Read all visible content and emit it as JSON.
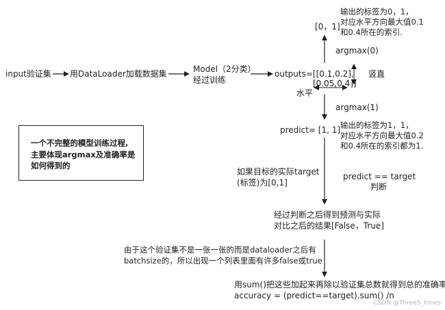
{
  "flow": {
    "input": "input验证集",
    "dataloader": "用DataLoader加载数据集",
    "model": "Model（2分类）",
    "model_sub": "经过训练",
    "outputs_l1": "outputs=[[0.1,0.2],",
    "outputs_l2": "[0.05,0.4]]",
    "vertical": "竖直",
    "horizontal": "水平",
    "argmax0_label": "argmax(0)",
    "argmax0_result": "[0，1]",
    "argmax1_label": "argmax(1)",
    "predict": "predict= [1, 1]",
    "target_l1": "如果目标的实际target",
    "target_l2": "(标签)为[0,1]",
    "compare_l1": "predict == target",
    "compare_l2": "判断",
    "result_l1": "经过判断之后得到预测与实际",
    "result_l2": "对比之后的结果[False，True]",
    "batch_l1": "由于这个验证集不是一张一张的而是dataloader之后有",
    "batch_l2": "batchsize的，所以出现一个列表里面有许多false或true",
    "sum_l1": "用sum()把这些加起来再除以验证集总数就得到总的准确率",
    "sum_l2": "accuracy = (predict==target).sum() /n"
  },
  "notes": {
    "argmax0_l1": "输出的标签为0，1，",
    "argmax0_l2": "对应水平方向最大值0.1",
    "argmax0_l3": "和0.4所在的索引.",
    "argmax1_l1": "输出的标签为1，1，",
    "argmax1_l2": "对应水平方向最大值0.2",
    "argmax1_l3": "和0.4所在的索引都为1."
  },
  "summary_box": {
    "line1": "一个不完整的模型训练过程,",
    "line2": "主要体现argmax及准确率是",
    "line3": "如何得到的"
  },
  "watermark": "CSDN @ThreeS_tones",
  "colors": {
    "ink": "#222222",
    "watermark": "#b5b5b5"
  }
}
